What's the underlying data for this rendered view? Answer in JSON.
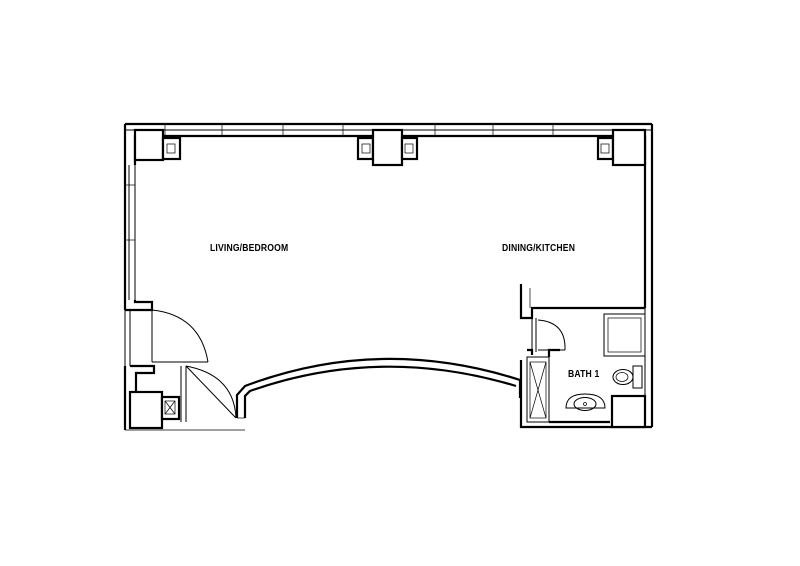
{
  "rooms": {
    "living": "LIVING/BEDROOM",
    "dining": "DINING/KITCHEN",
    "bath": "BATH 1"
  },
  "colors": {
    "ink": "#000000",
    "paper": "#ffffff"
  }
}
